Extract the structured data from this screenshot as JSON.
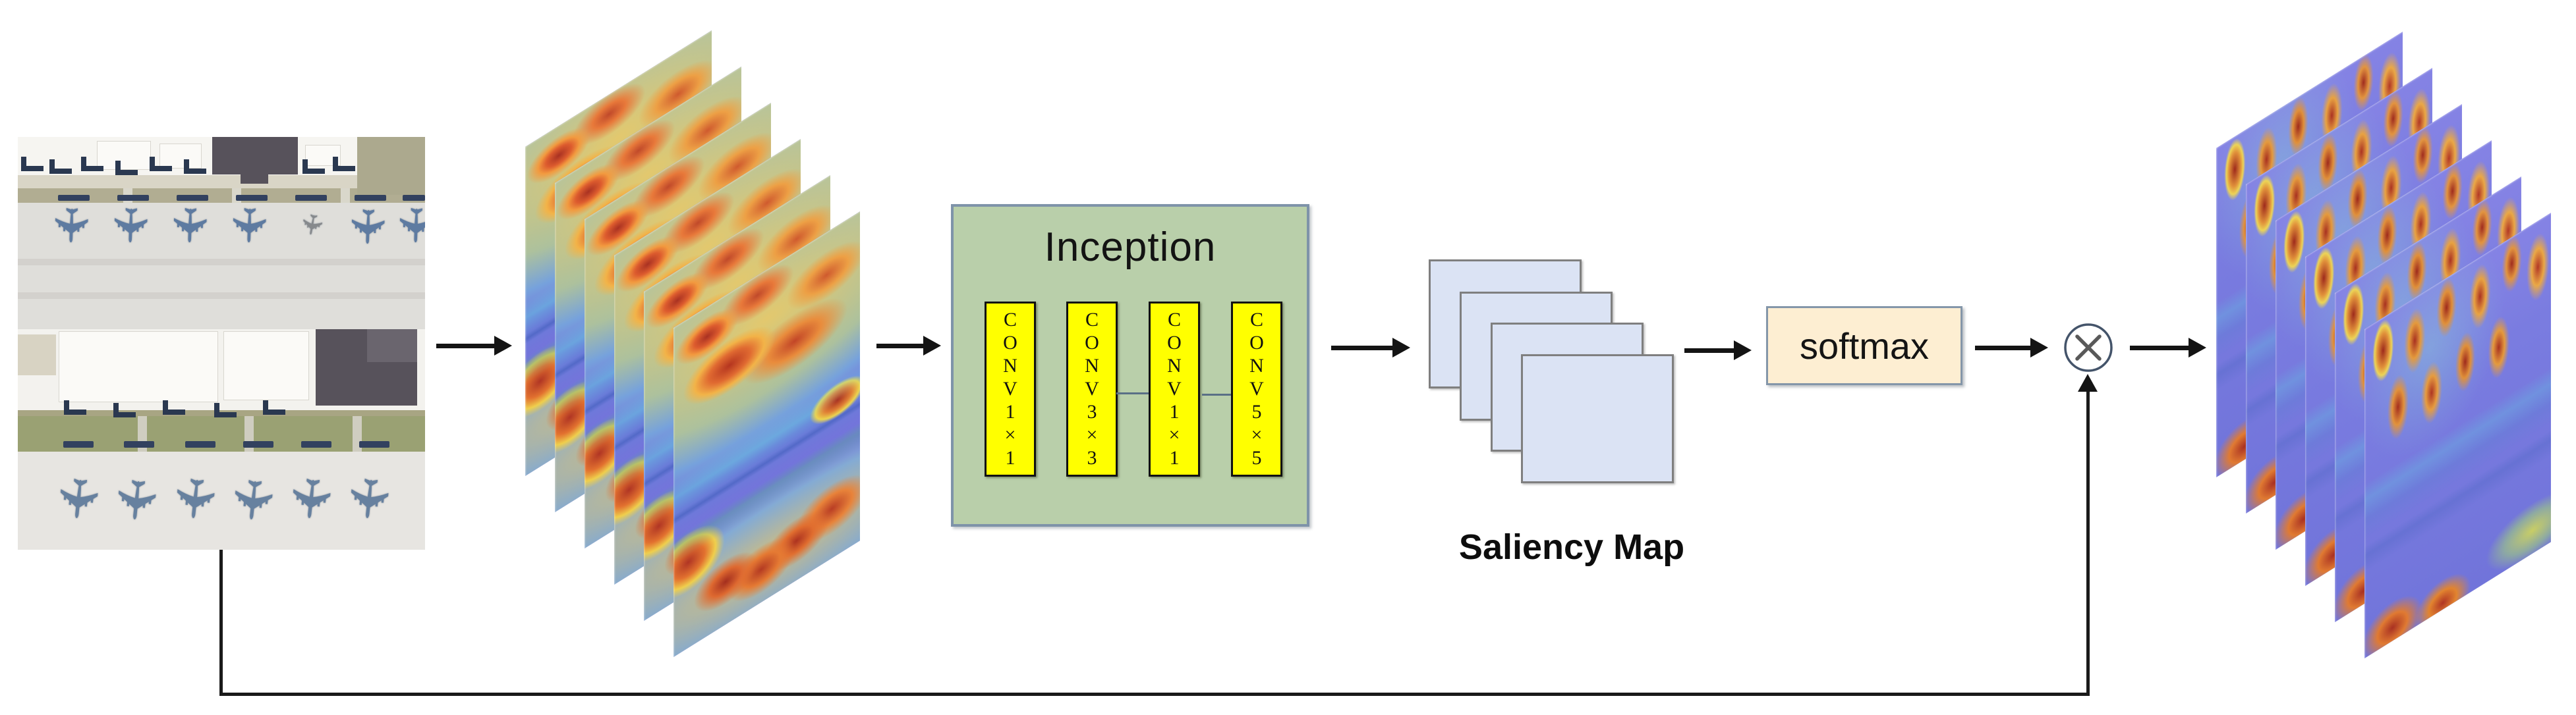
{
  "diagram": {
    "input_image": {
      "alt": "satellite aerial image of aircraft parked at an airfield",
      "plane_rows": 2
    },
    "input_feature_stack": {
      "layers": 6,
      "style": "jet heat-map"
    },
    "inception": {
      "title": "Inception",
      "conv_blocks": [
        {
          "label": "CONV1×1"
        },
        {
          "label": "CONV3×3"
        },
        {
          "label": "CONV1×1"
        },
        {
          "label": "CONV5×5"
        }
      ]
    },
    "saliency": {
      "label": "Saliency Map",
      "layers": 4
    },
    "softmax": {
      "label": "softmax"
    },
    "multiply": {
      "symbol": "⊗"
    },
    "output_feature_stack": {
      "layers": 6,
      "style": "jet heat-map"
    },
    "colors": {
      "inception_fill": "#b9cfaa",
      "inception_border": "#7e93a9",
      "conv_fill": "#ffff00",
      "conv_border": "#111111",
      "saliency_fill": "#dbe3f4",
      "saliency_border": "#7f7f7f",
      "softmax_fill": "#fdeed2",
      "softmax_border": "#8496a9",
      "arrow": "#141414",
      "multiply_stroke": "#44546a",
      "heatmap_base": "#7477da"
    }
  }
}
